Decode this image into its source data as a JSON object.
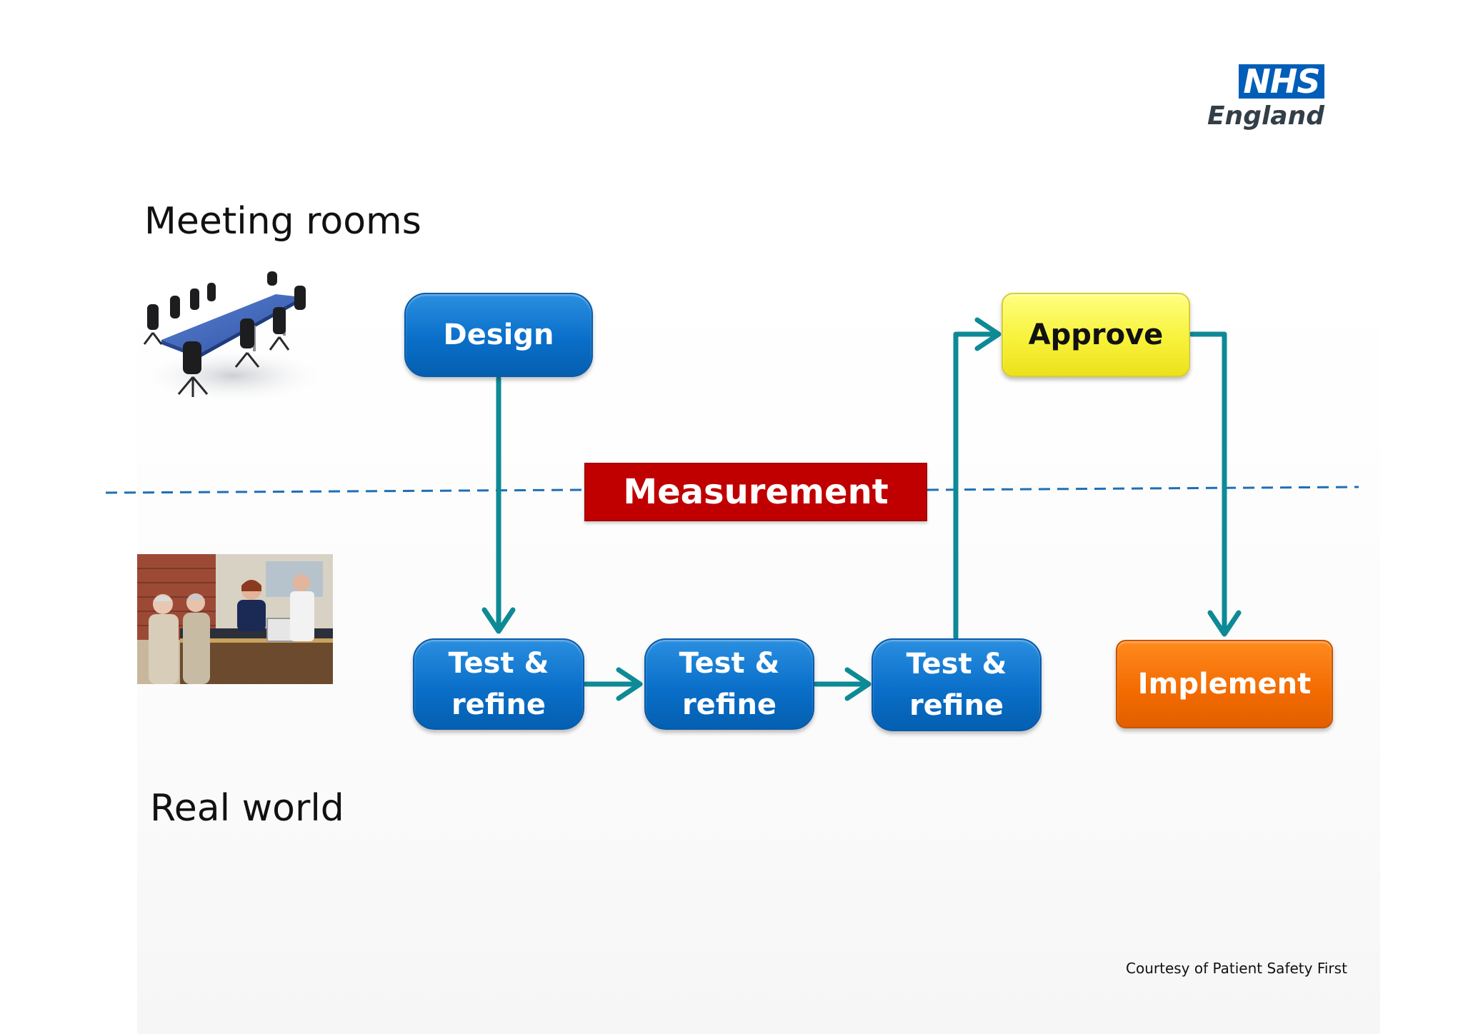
{
  "logo": {
    "mark": "NHS",
    "subtitle": "England"
  },
  "regions": {
    "upper": "Meeting rooms",
    "lower": "Real world"
  },
  "measurement": "Measurement",
  "steps": {
    "design": "Design",
    "test_refine_1": [
      "Test &",
      "refine"
    ],
    "test_refine_2": [
      "Test &",
      "refine"
    ],
    "test_refine_3": [
      "Test &",
      "refine"
    ],
    "approve": "Approve",
    "implement": "Implement"
  },
  "credit": "Courtesy of Patient Safety First",
  "colors": {
    "box_blue": "#0a6fc9",
    "approve_yellow": "#f7f23a",
    "implement_orange": "#f26a00",
    "measurement_red": "#c00000",
    "arrow_teal": "#0e8a96",
    "divider_blue": "#1f6fb5",
    "nhs_blue": "#005eb8"
  },
  "icons": {
    "meeting_room": "meeting-room-photo",
    "reception": "reception-desk-photo"
  }
}
